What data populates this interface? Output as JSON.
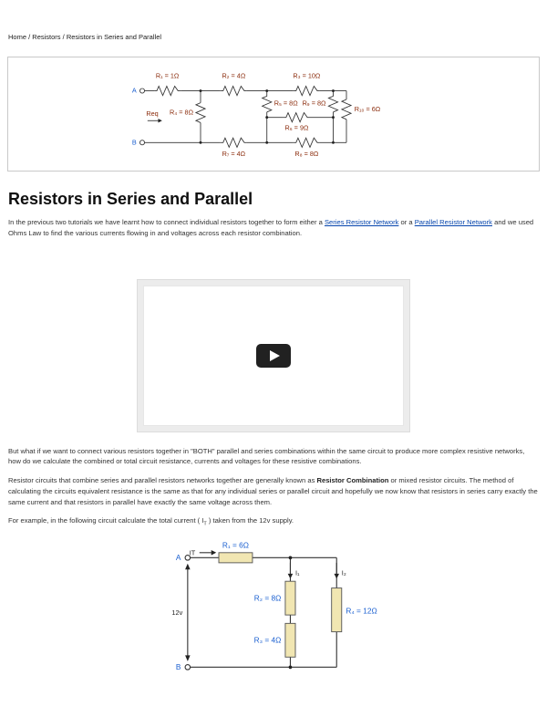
{
  "breadcrumb": {
    "separator": " / ",
    "items": [
      "Home",
      "Resistors",
      "Resistors in Series and Parallel"
    ]
  },
  "article": {
    "title": "Resistors in Series and Parallel",
    "intro": {
      "before": "In the previous two tutorials we have learnt how to connect individual resistors together to form either a ",
      "link1": "Series Resistor Network",
      "mid": " or a ",
      "link2": "Parallel Resistor Network",
      "after": " and we used Ohms Law to find the various currents flowing in and voltages across each resistor combination."
    },
    "p2": "But what if we want to connect various resistors together in \"BOTH\" parallel and series combinations within the same circuit to produce more complex resistive networks, how do we calculate the combined or total circuit resistance, currents and voltages for these resistive combinations.",
    "p3": {
      "before": "Resistor circuits that combine series and parallel resistors networks together are generally known as ",
      "bold": "Resistor Combination",
      "after": " or mixed resistor circuits. The method of calculating the circuits equivalent resistance is the same as that for any individual series or parallel circuit and hopefully we now know that resistors in series carry exactly the same current and that resistors in parallel have exactly the same voltage across them."
    },
    "p4": {
      "before": "For example, in the following circuit calculate the total current ( I",
      "sub": "T",
      "after": " ) taken from the 12v supply."
    }
  },
  "video": {
    "play_icon": "play-icon"
  },
  "circuit1": {
    "terminal_a": "A",
    "terminal_b": "B",
    "req": "Req",
    "resistors": {
      "r1": "R₁ = 1Ω",
      "r2": "R₂ = 4Ω",
      "r3": "R₃ = 10Ω",
      "r4": "R₄ = 8Ω",
      "r5": "R₅ = 8Ω",
      "r6": "R₆ = 9Ω",
      "r7": "R₇ = 4Ω",
      "r8": "R₈ = 8Ω",
      "r9": "R₉ = 8Ω",
      "r10": "R₁₀ = 6Ω"
    }
  },
  "circuit2": {
    "terminal_a": "A",
    "terminal_b": "B",
    "supply": "12v",
    "currents": {
      "it": "IT",
      "i1": "I₁",
      "i2": "I₂"
    },
    "resistors": {
      "r1": "R₁ = 6Ω",
      "r2": "R₂ = 8Ω",
      "r3": "R₃ = 4Ω",
      "r4": "R₄ = 12Ω"
    }
  },
  "colors": {
    "link_blue": "#0645ad",
    "label_blue": "#1a5fd0",
    "label_maroon": "#8a2a0a",
    "resistor_fill": "#f1e6b2",
    "wire": "#333333"
  }
}
